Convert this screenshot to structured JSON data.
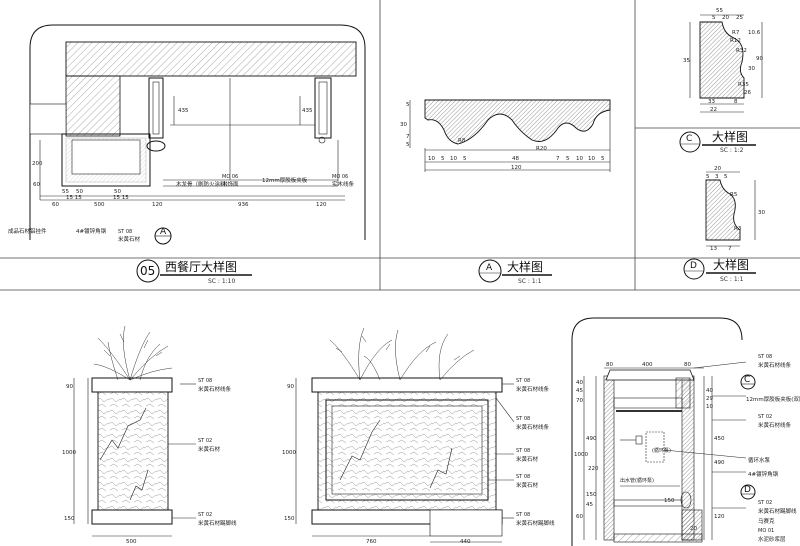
{
  "titles": {
    "t05": {
      "num": "05",
      "name": "西餐厅大样图",
      "sc": "SC : 1:10"
    },
    "tA": {
      "letter": "A",
      "name": "大样图",
      "sc": "SC : 1:1"
    },
    "tC": {
      "letter": "C",
      "name": "大样图",
      "sc": "SC : 1:2"
    },
    "tD": {
      "letter": "D",
      "name": "大样图",
      "sc": "SC : 1:1"
    }
  },
  "detail05": {
    "dims": {
      "d200": "200",
      "d60": "60",
      "d55": "55",
      "d50": "50",
      "d1515a": "15 15",
      "d50b": "50",
      "d1515b": "15 15",
      "d60b": "60",
      "d500": "500",
      "d120a": "120",
      "d936": "936",
      "d120b": "120",
      "d435a": "435",
      "d435b": "435"
    },
    "notes": {
      "wood": "木龙骨（刷防火涂料）",
      "mo6": "MO 06",
      "mo6_text": "木饰面",
      "veneer": "12mm厚胶板夹板",
      "mo6b": "MO 06",
      "mo6b_text": "实木线条",
      "fixer": "成品石材铝挂件",
      "steel": "4#镀锌角钢",
      "st08": "ST 08",
      "st08_text": "米黄石材",
      "marker": "A"
    }
  },
  "detailA": {
    "dims": {
      "h30": "30",
      "h5": "5",
      "h7": "7",
      "h5b": "5",
      "b10a": "10",
      "b5a": "5",
      "b10b": "10",
      "b5b": "5",
      "b48": "48",
      "b7": "7",
      "b5c": "5",
      "b10c": "10",
      "b10d": "10",
      "b5d": "5",
      "total": "120",
      "r58": "R8",
      "r20": "R20"
    }
  },
  "detailC": {
    "dims": {
      "top55": "55",
      "t5": "5",
      "t20": "20",
      "t25": "25",
      "r7": "R7",
      "r12": "R12",
      "r32": "R32",
      "r35": "R35",
      "v106": "10.6",
      "v90": "90",
      "v35": "35",
      "v30": "30",
      "b33": "33",
      "b22": "22",
      "b8": "8",
      "b26": "26"
    }
  },
  "detailD": {
    "dims": {
      "t20": "20",
      "t5a": "5",
      "t3": "3",
      "t5b": "5",
      "r5": "R5",
      "r3": "R3",
      "v30": "30",
      "b13": "13",
      "b7": "7"
    }
  },
  "elev1": {
    "dims": {
      "h90": "90",
      "h1000": "1000",
      "h150": "150",
      "w500": "500"
    },
    "tags": [
      {
        "code": "ST 08",
        "text": "米黄石材线条"
      },
      {
        "code": "ST 02",
        "text": "米黄石材"
      },
      {
        "code": "ST 02",
        "text": "米黄石材踢脚线"
      }
    ]
  },
  "elev2": {
    "dims": {
      "h90": "90",
      "h1000": "1000",
      "h150": "150",
      "w760": "760",
      "w440": "440"
    },
    "tags": [
      {
        "code": "ST 08",
        "text": "米黄石材线条"
      },
      {
        "code": "ST 08",
        "text": "米黄石材线条"
      },
      {
        "code": "ST 08",
        "text": "米黄石材"
      },
      {
        "code": "ST 08",
        "text": "米黄石材"
      },
      {
        "code": "ST 08",
        "text": "米黄石材踢脚线"
      }
    ]
  },
  "section": {
    "dims": {
      "w400": "400",
      "w80a": "80",
      "w80b": "80",
      "v40": "40",
      "v45": "45",
      "v70": "70",
      "v490": "490",
      "v1000": "1000",
      "v220": "220",
      "v150": "150",
      "v45b": "45",
      "v60": "60",
      "m40": "40",
      "m29": "29",
      "m10": "10",
      "r450": "450",
      "r490": "490",
      "r120": "120",
      "b150": "150",
      "b20": "20"
    },
    "notes": [
      {
        "code": "ST 08",
        "text": "米黄石材线条"
      },
      {
        "code": "",
        "text": "12mm厚胶板夹板(双层)"
      },
      {
        "code": "ST 02",
        "text": "米黄石材线条"
      },
      {
        "code": "",
        "text": "循环水泵"
      },
      {
        "code": "",
        "text": "4#镀锌角钢"
      },
      {
        "code": "ST 02",
        "text": "米黄石材踢脚线"
      },
      {
        "code": "",
        "text": "马赛克"
      },
      {
        "code": "MO 01",
        "text": "MO 01"
      },
      {
        "code": "",
        "text": "水泥砂浆层"
      }
    ],
    "inner_a": "(循环泵)",
    "inner_b": "出水管(循环泵)",
    "markers": {
      "c": "C",
      "d": "D"
    }
  }
}
